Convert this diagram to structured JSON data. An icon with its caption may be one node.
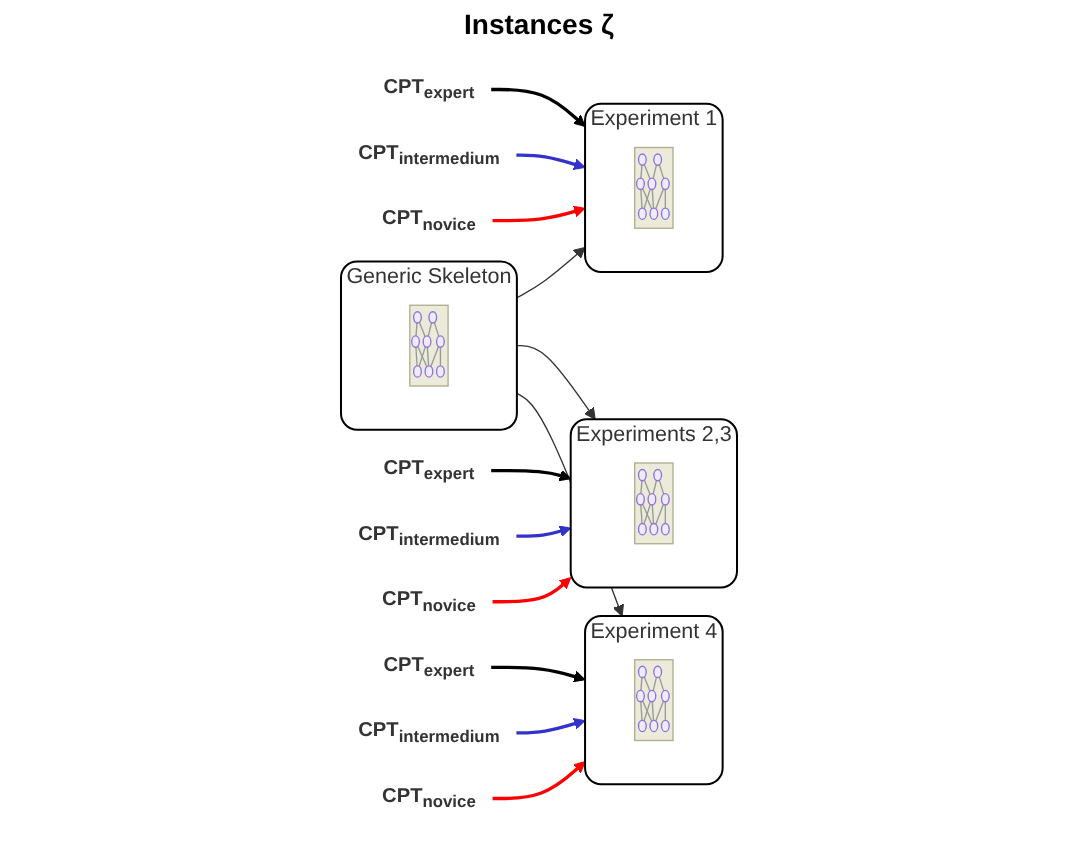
{
  "diagram": {
    "title": "Instances ζ",
    "nodes": [
      {
        "text": [
          "Generic Skeleton"
        ]
      },
      {
        "text": [],
        "shape": "picture",
        "in": 0
      },
      {
        "text": [
          "Experiment 1"
        ]
      },
      {
        "text": [],
        "shape": "picture",
        "in": 2
      },
      {
        "text": [
          "Experiments 2,3"
        ]
      },
      {
        "text": [],
        "shape": "picture",
        "in": 4
      },
      {
        "text": [
          "Experiment 4"
        ]
      },
      {
        "text": [],
        "shape": "picture",
        "in": 6
      },
      {
        "text": [
          "CPT$_{expert}$"
        ]
      },
      {
        "text": [
          "CPT$_{intermedium}$"
        ]
      },
      {
        "text": [
          "CPT$_{novice}$"
        ]
      },
      {
        "text": [
          "CPT$_{expert}$"
        ]
      },
      {
        "text": [
          "CPT$_{intermedium}$"
        ]
      },
      {
        "text": [
          "CPT$_{novice}$"
        ]
      },
      {
        "text": [
          "CPT$_{expert}$"
        ]
      },
      {
        "text": [
          "CPT$_{intermedium}$"
        ]
      },
      {
        "text": [
          "CPT$_{novice}$"
        ]
      }
    ],
    "edges": [
      {
        "from": 0,
        "to": 2,
        "arrow": "to"
      },
      {
        "from": 0,
        "to": 4,
        "arrow": "to"
      },
      {
        "from": 0,
        "to": 6,
        "arrow": "to"
      },
      {
        "from": 8,
        "to": 2,
        "arrow": "to",
        "color": "#000000"
      },
      {
        "from": 9,
        "to": 2,
        "arrow": "to",
        "color": "#3333cc"
      },
      {
        "from": 10,
        "to": 2,
        "arrow": "to",
        "color": "#ff0000"
      },
      {
        "from": 11,
        "to": 4,
        "arrow": "to",
        "color": "#000000"
      },
      {
        "from": 12,
        "to": 4,
        "arrow": "to",
        "color": "#3333cc"
      },
      {
        "from": 13,
        "to": 4,
        "arrow": "to",
        "color": "#ff0000"
      },
      {
        "from": 14,
        "to": 6,
        "arrow": "to",
        "color": "#000000"
      },
      {
        "from": 15,
        "to": 6,
        "arrow": "to",
        "color": "#3333cc"
      },
      {
        "from": 16,
        "to": 6,
        "arrow": "to",
        "color": "#ff0000"
      }
    ]
  }
}
